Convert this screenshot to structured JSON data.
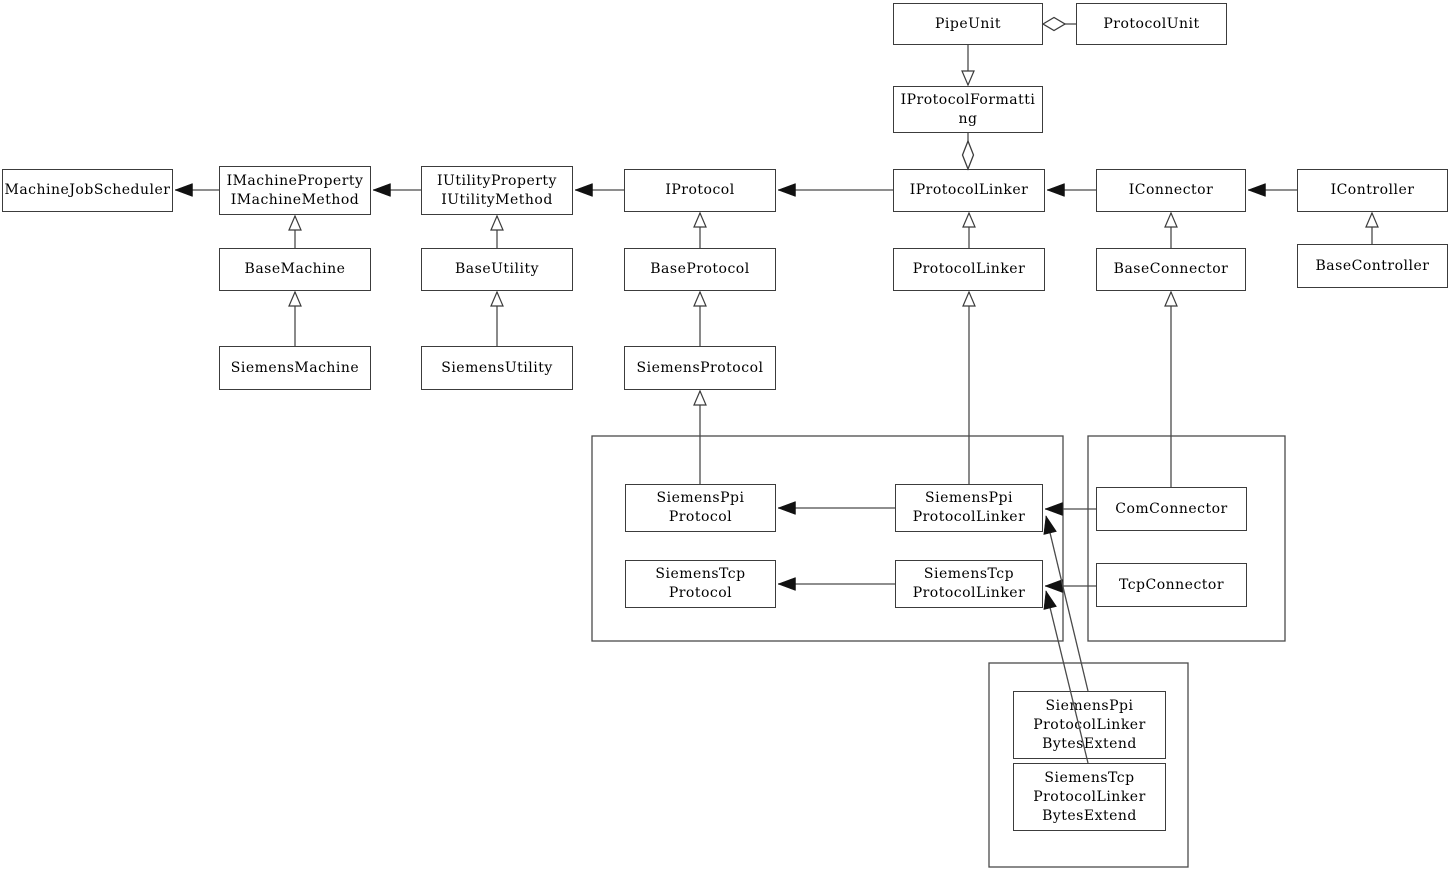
{
  "diagram": {
    "type": "uml-class-diagram",
    "colors": {
      "background": "#ffffff",
      "box_fill": "#ffffff",
      "box_border": "#3c3c3c",
      "line": "#4a4a4a",
      "text": "#000000"
    },
    "nodes": {
      "pipe_unit": "PipeUnit",
      "protocol_unit": "ProtocolUnit",
      "iprotocol_formatting": "IProtocolFormatti\nng",
      "machine_job_scheduler": "MachineJobScheduler",
      "imachine_property": "IMachineProperty\nIMachineMethod",
      "iutility_property": "IUtilityProperty\nIUtilityMethod",
      "iprotocol": "IProtocol",
      "iprotocol_linker": "IProtocolLinker",
      "iconnector": "IConnector",
      "icontroller": "IController",
      "base_machine": "BaseMachine",
      "base_utility": "BaseUtility",
      "base_protocol": "BaseProtocol",
      "protocol_linker": "ProtocolLinker",
      "base_connector": "BaseConnector",
      "base_controller": "BaseController",
      "siemens_machine": "SiemensMachine",
      "siemens_utility": "SiemensUtility",
      "siemens_protocol": "SiemensProtocol",
      "siemens_ppi_protocol": "SiemensPpi\nProtocol",
      "siemens_tcp_protocol": "SiemensTcp\nProtocol",
      "siemens_ppi_protocol_linker": "SiemensPpi\nProtocolLinker",
      "siemens_tcp_protocol_linker": "SiemensTcp\nProtocolLinker",
      "com_connector": "ComConnector",
      "tcp_connector": "TcpConnector",
      "siemens_ppi_protocol_linker_bytes_extend": "SiemensPpi\nProtocolLinker\nBytesExtend",
      "siemens_tcp_protocol_linker_bytes_extend": "SiemensTcp\nProtocolLinker\nBytesExtend"
    },
    "groups": [
      {
        "members": [
          "SiemensPpiProtocol",
          "SiemensTcpProtocol",
          "SiemensPpiProtocolLinker",
          "SiemensTcpProtocolLinker"
        ]
      },
      {
        "members": [
          "ComConnector",
          "TcpConnector"
        ]
      },
      {
        "members": [
          "SiemensPpiProtocolLinkerBytesExtend",
          "SiemensTcpProtocolLinkerBytesExtend"
        ]
      }
    ],
    "edges": [
      {
        "from": "BaseMachine",
        "to": "IMachineProperty/IMachineMethod",
        "type": "inheritance"
      },
      {
        "from": "SiemensMachine",
        "to": "BaseMachine",
        "type": "inheritance"
      },
      {
        "from": "BaseUtility",
        "to": "IUtilityProperty/IUtilityMethod",
        "type": "inheritance"
      },
      {
        "from": "SiemensUtility",
        "to": "BaseUtility",
        "type": "inheritance"
      },
      {
        "from": "BaseProtocol",
        "to": "IProtocol",
        "type": "inheritance"
      },
      {
        "from": "SiemensProtocol",
        "to": "BaseProtocol",
        "type": "inheritance"
      },
      {
        "from": "SiemensPpiProtocol",
        "to": "SiemensProtocol",
        "type": "inheritance"
      },
      {
        "from": "ProtocolLinker",
        "to": "IProtocolLinker",
        "type": "inheritance"
      },
      {
        "from": "SiemensPpiProtocolLinker",
        "to": "ProtocolLinker",
        "type": "inheritance"
      },
      {
        "from": "BaseConnector",
        "to": "IConnector",
        "type": "inheritance"
      },
      {
        "from": "ComConnector",
        "to": "BaseConnector",
        "type": "inheritance"
      },
      {
        "from": "BaseController",
        "to": "IController",
        "type": "inheritance"
      },
      {
        "from": "PipeUnit",
        "to": "IProtocolFormatting",
        "type": "inheritance"
      },
      {
        "from": "ProtocolUnit",
        "to": "PipeUnit",
        "type": "aggregation"
      },
      {
        "from": "IProtocolLinker",
        "to": "IProtocolFormatting",
        "type": "aggregation"
      },
      {
        "from": "IMachineProperty/IMachineMethod",
        "to": "MachineJobScheduler",
        "type": "association"
      },
      {
        "from": "IUtilityProperty/IUtilityMethod",
        "to": "IMachineProperty/IMachineMethod",
        "type": "association"
      },
      {
        "from": "IProtocol",
        "to": "IUtilityProperty/IUtilityMethod",
        "type": "association"
      },
      {
        "from": "IProtocolLinker",
        "to": "IProtocol",
        "type": "association"
      },
      {
        "from": "IConnector",
        "to": "IProtocolLinker",
        "type": "association"
      },
      {
        "from": "IController",
        "to": "IConnector",
        "type": "association"
      },
      {
        "from": "SiemensPpiProtocolLinker",
        "to": "SiemensPpiProtocol",
        "type": "association"
      },
      {
        "from": "SiemensTcpProtocolLinker",
        "to": "SiemensTcpProtocol",
        "type": "association"
      },
      {
        "from": "ComConnector",
        "to": "SiemensPpiProtocolLinker",
        "type": "association"
      },
      {
        "from": "TcpConnector",
        "to": "SiemensTcpProtocolLinker",
        "type": "association"
      },
      {
        "from": "SiemensPpiProtocolLinkerBytesExtend",
        "to": "SiemensPpiProtocolLinker",
        "type": "association"
      },
      {
        "from": "SiemensTcpProtocolLinkerBytesExtend",
        "to": "SiemensTcpProtocolLinker",
        "type": "association"
      }
    ]
  }
}
